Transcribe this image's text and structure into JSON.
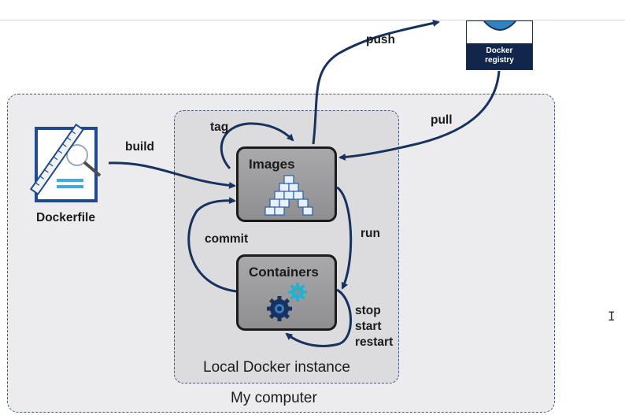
{
  "regions": {
    "my_computer": "My computer",
    "local_docker": "Local Docker instance"
  },
  "nodes": {
    "images": "Images",
    "containers": "Containers",
    "dockerfile": "Dockerfile",
    "registry_line1": "Docker",
    "registry_line2": "registry"
  },
  "arrows": {
    "push": "push",
    "pull": "pull",
    "build": "build",
    "tag": "tag",
    "commit": "commit",
    "run": "run",
    "stop": "stop",
    "start": "start",
    "restart": "restart"
  },
  "colors": {
    "arrow": "#17325e",
    "dashed_border": "#3f5a86",
    "box_fill": "#a0a0a2",
    "registry_band": "#12254a",
    "icon_blue": "#2a5fa6",
    "gear_cyan": "#1fb3d1"
  },
  "icons": {
    "dockerfile": "dockerfile-document-icon",
    "images": "image-layers-stack-icon",
    "containers": "gears-icon",
    "registry": "docker-registry-logo-icon",
    "cursor": "text-cursor-icon"
  }
}
